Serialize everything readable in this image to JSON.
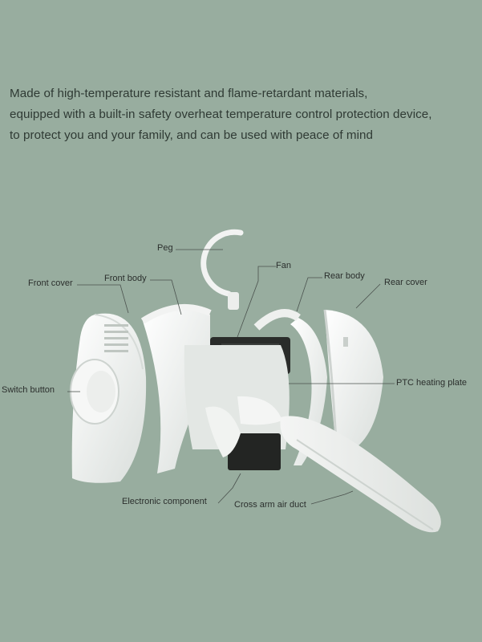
{
  "intro": {
    "lines": [
      "Made of high-temperature resistant and flame-retardant materials,",
      "equipped with a built-in safety overheat temperature control protection device,",
      "to protect you and your family, and can be used with peace of mind"
    ]
  },
  "labels": {
    "peg": "Peg",
    "fan": "Fan",
    "front_cover": "Front cover",
    "front_body": "Front body",
    "rear_body": "Rear body",
    "rear_cover": "Rear cover",
    "switch_button": "Switch button",
    "ptc_heating_plate": "PTC heating plate",
    "electronic_component": "Electronic component",
    "cross_arm_air_duct": "Cross arm air duct"
  },
  "colors": {
    "background": "#98ad9f",
    "device_white": "#eef0ee",
    "device_shadow": "#c9cfcb",
    "dark_part": "#262826"
  }
}
